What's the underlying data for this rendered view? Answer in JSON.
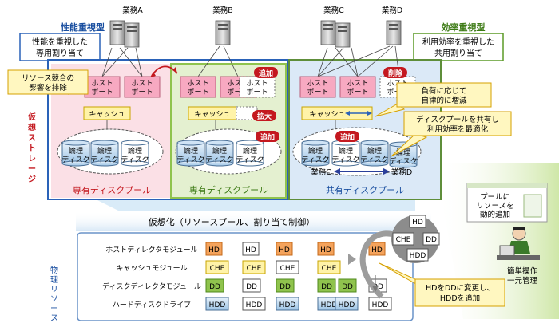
{
  "servers": [
    "業務A",
    "業務B",
    "業務C",
    "業務D"
  ],
  "left_group": {
    "title": "性能重視型",
    "desc": [
      "性能を重視した",
      "専用割り当て"
    ]
  },
  "right_group": {
    "title": "効率重視型",
    "desc": [
      "利用効率を重視した",
      "共用割り当て"
    ]
  },
  "host_port": [
    "ホスト",
    "ポート"
  ],
  "cache": "キャッシュ",
  "disk": [
    "論理",
    "ディスク"
  ],
  "badges": {
    "add": "追加",
    "delete": "削除",
    "expand": "拡大"
  },
  "callouts": {
    "resource": [
      "リソース競合の",
      "影響を排除"
    ],
    "load": [
      "負荷に応じて",
      "自律的に増減"
    ],
    "shared": [
      "ディスクプールを共有し",
      "利用効率を最適化"
    ],
    "pool_add": [
      "プールに",
      "リソースを",
      "動的追加"
    ],
    "simple": [
      "簡単操作",
      "一元管理"
    ],
    "hd_change": [
      "HDをDDに変更し、",
      "HDDを追加"
    ]
  },
  "pools": {
    "dedicated": "専有ディスクプール",
    "shared": "共有ディスクプール"
  },
  "shared_apps": [
    "業務C",
    "業務D"
  ],
  "virtual_storage": "仮想ストレージ",
  "virtualization": "仮想化（リソースプール、割り当て制御）",
  "physical": "物理リソース",
  "modules": [
    "ホストディレクタモジュール",
    "キャッシュモジュール",
    "ディスクディレクタモジュール",
    "ハードディスクドライブ"
  ],
  "chips": {
    "hd": "HD",
    "che": "CHE",
    "dd": "DD",
    "hdd": "HDD"
  },
  "colors": {
    "pink": "#f7a9c1",
    "green": "#8fc34d",
    "blue_panel": "#dbe9f7",
    "yellow": "#fff3a8",
    "orange": "#f4a35c",
    "teal": "#5e8ec7"
  }
}
